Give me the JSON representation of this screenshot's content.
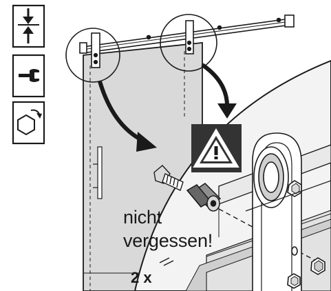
{
  "instruction": {
    "note_line1": "nicht",
    "note_line2": "vergessen!",
    "quantity": "2 x"
  },
  "icons": [
    "measure-vertical-icon",
    "wrench-icon",
    "hex-nut-rotate-icon",
    "warning-icon"
  ],
  "colors": {
    "door": "#d9d9d9",
    "wall": "#f0f0f0",
    "frame": "#c8c8c8",
    "warning_box": "#333333",
    "line": "#1a1a1a"
  }
}
